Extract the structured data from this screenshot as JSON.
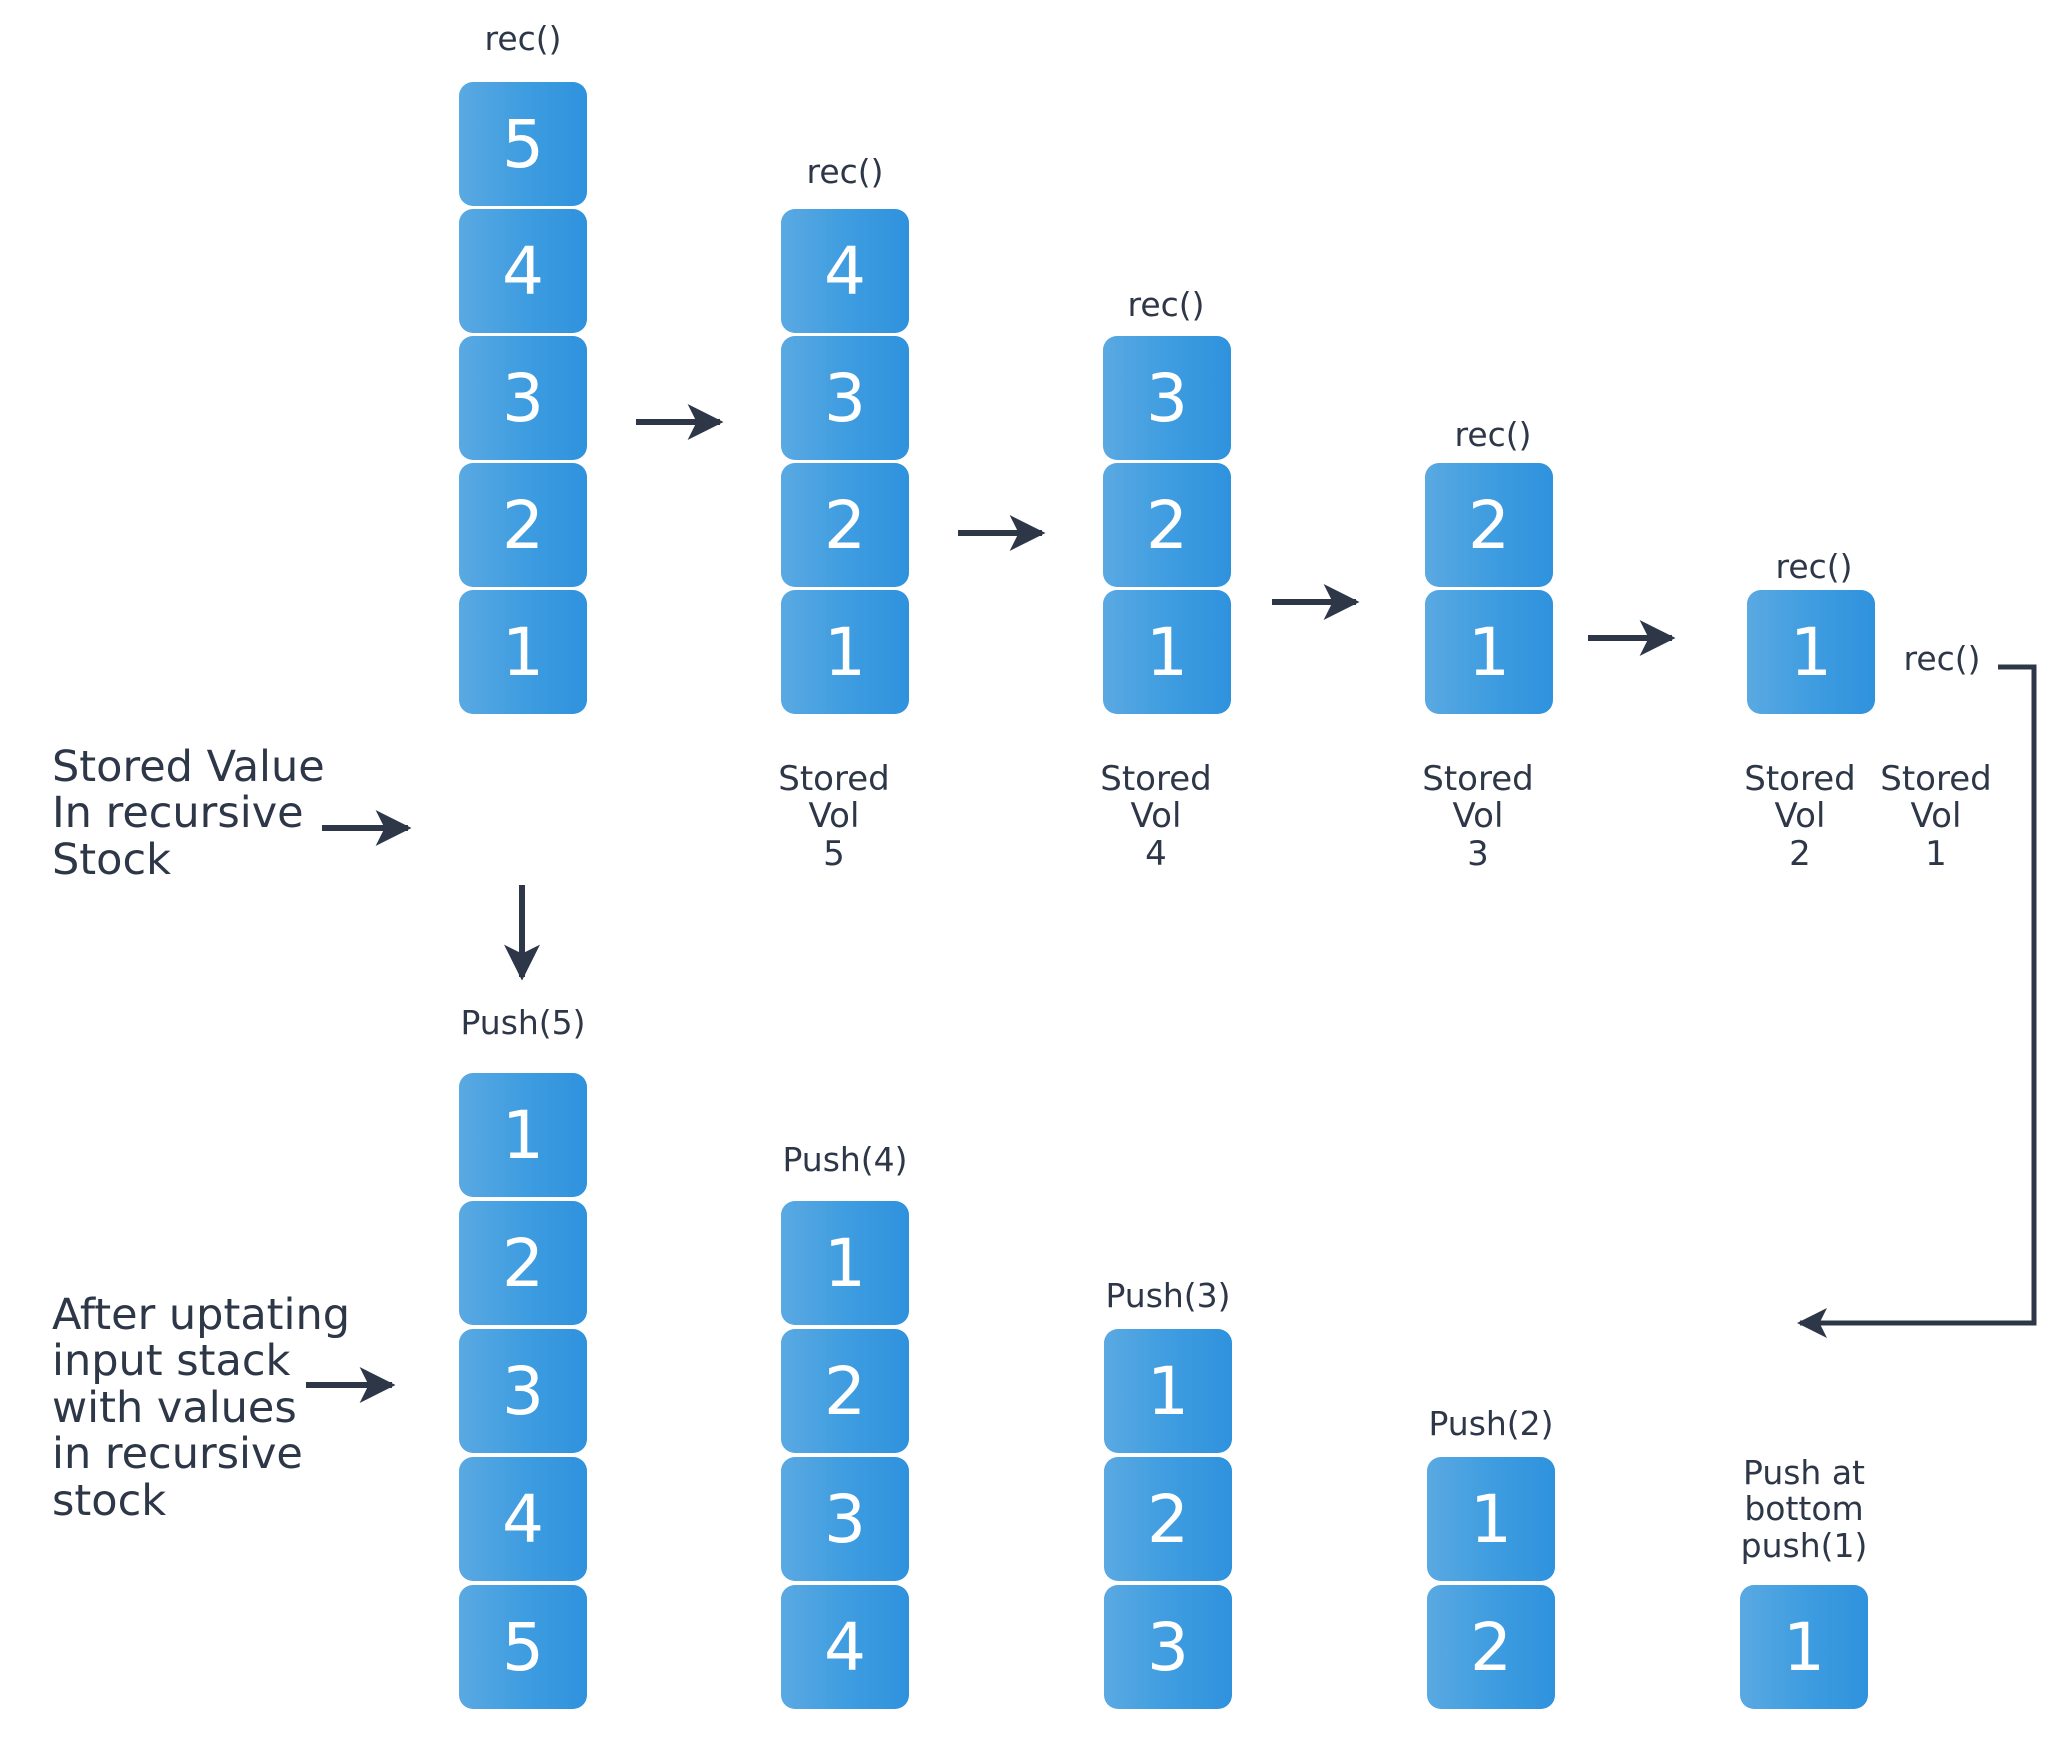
{
  "recursion_phase": {
    "stacks": [
      {
        "label": "rec()",
        "values": [
          "5",
          "4",
          "3",
          "2",
          "1"
        ]
      },
      {
        "label": "rec()",
        "values": [
          "4",
          "3",
          "2",
          "1"
        ]
      },
      {
        "label": "rec()",
        "values": [
          "3",
          "2",
          "1"
        ]
      },
      {
        "label": "rec()",
        "values": [
          "2",
          "1"
        ]
      },
      {
        "label": "rec()",
        "values": [
          "1"
        ]
      }
    ],
    "final_call_label": "rec()",
    "stored": [
      {
        "line1": "Stored",
        "line2": "Vol",
        "value": "5"
      },
      {
        "line1": "Stored",
        "line2": "Vol",
        "value": "4"
      },
      {
        "line1": "Stored",
        "line2": "Vol",
        "value": "3"
      },
      {
        "line1": "Stored",
        "line2": "Vol",
        "value": "2"
      },
      {
        "line1": "Stored",
        "line2": "Vol",
        "value": "1"
      }
    ],
    "side_label": [
      "Stored Value",
      "In recursive",
      "Stock"
    ]
  },
  "push_phase": {
    "stacks": [
      {
        "label": "Push(5)",
        "values": [
          "1",
          "2",
          "3",
          "4",
          "5"
        ]
      },
      {
        "label": "Push(4)",
        "values": [
          "1",
          "2",
          "3",
          "4"
        ]
      },
      {
        "label": "Push(3)",
        "values": [
          "1",
          "2",
          "3"
        ]
      },
      {
        "label": "Push(2)",
        "values": [
          "1",
          "2"
        ]
      },
      {
        "label_lines": [
          "Push at",
          "bottom",
          "push(1)"
        ],
        "values": [
          "1"
        ]
      }
    ],
    "side_label": [
      "After uptating",
      "input stack",
      "with values",
      "in recursive",
      "stock"
    ]
  },
  "colors": {
    "box": "#3f9de0",
    "text": "#2d3748",
    "arrow": "#2d3748"
  }
}
